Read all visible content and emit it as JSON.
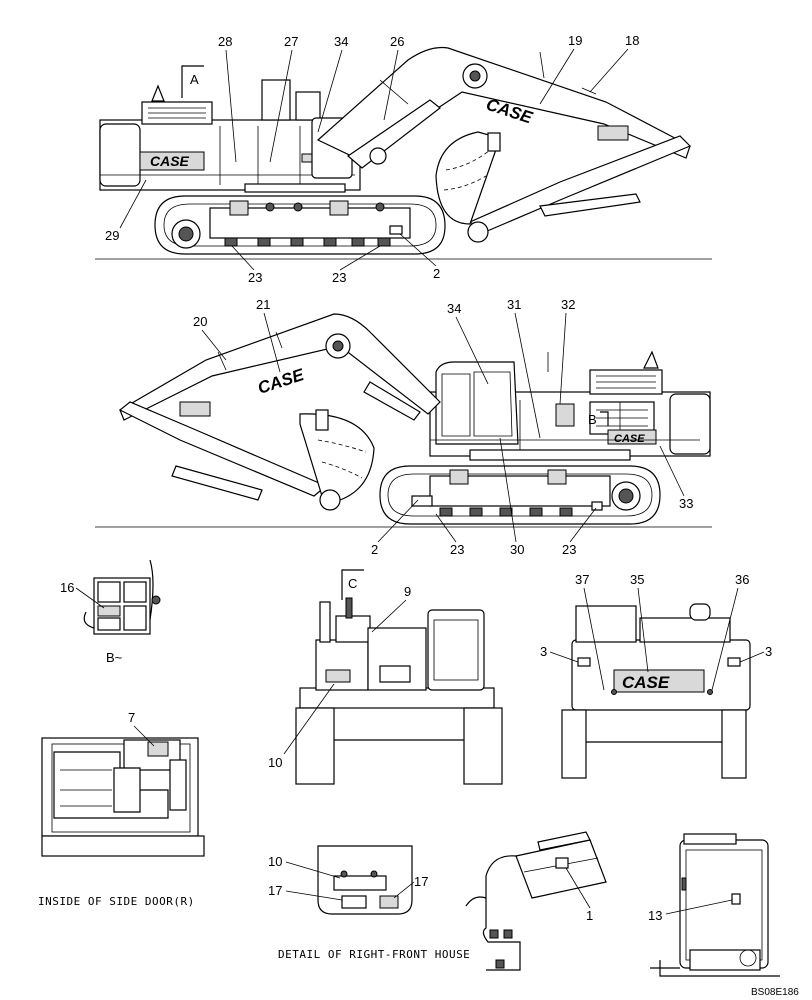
{
  "callouts": {
    "n1": "1",
    "n2": "2",
    "n3": "3",
    "n7": "7",
    "n9": "9",
    "n10": "10",
    "n13": "13",
    "n16": "16",
    "n17": "17",
    "n18": "18",
    "n19": "19",
    "n20": "20",
    "n21": "21",
    "n23": "23",
    "n26": "26",
    "n27": "27",
    "n28": "28",
    "n29": "29",
    "n30": "30",
    "n31": "31",
    "n32": "32",
    "n33": "33",
    "n34": "34",
    "n35": "35",
    "n36": "36",
    "n37": "37"
  },
  "view_markers": {
    "a": "A",
    "b": "B",
    "b_view": "B~",
    "c": "C"
  },
  "brand": "CASE",
  "captions": {
    "side_door": "INSIDE OF SIDE DOOR(R)",
    "right_front": "DETAIL OF RIGHT-FRONT HOUSE"
  },
  "drawing_code": "BS08E186"
}
